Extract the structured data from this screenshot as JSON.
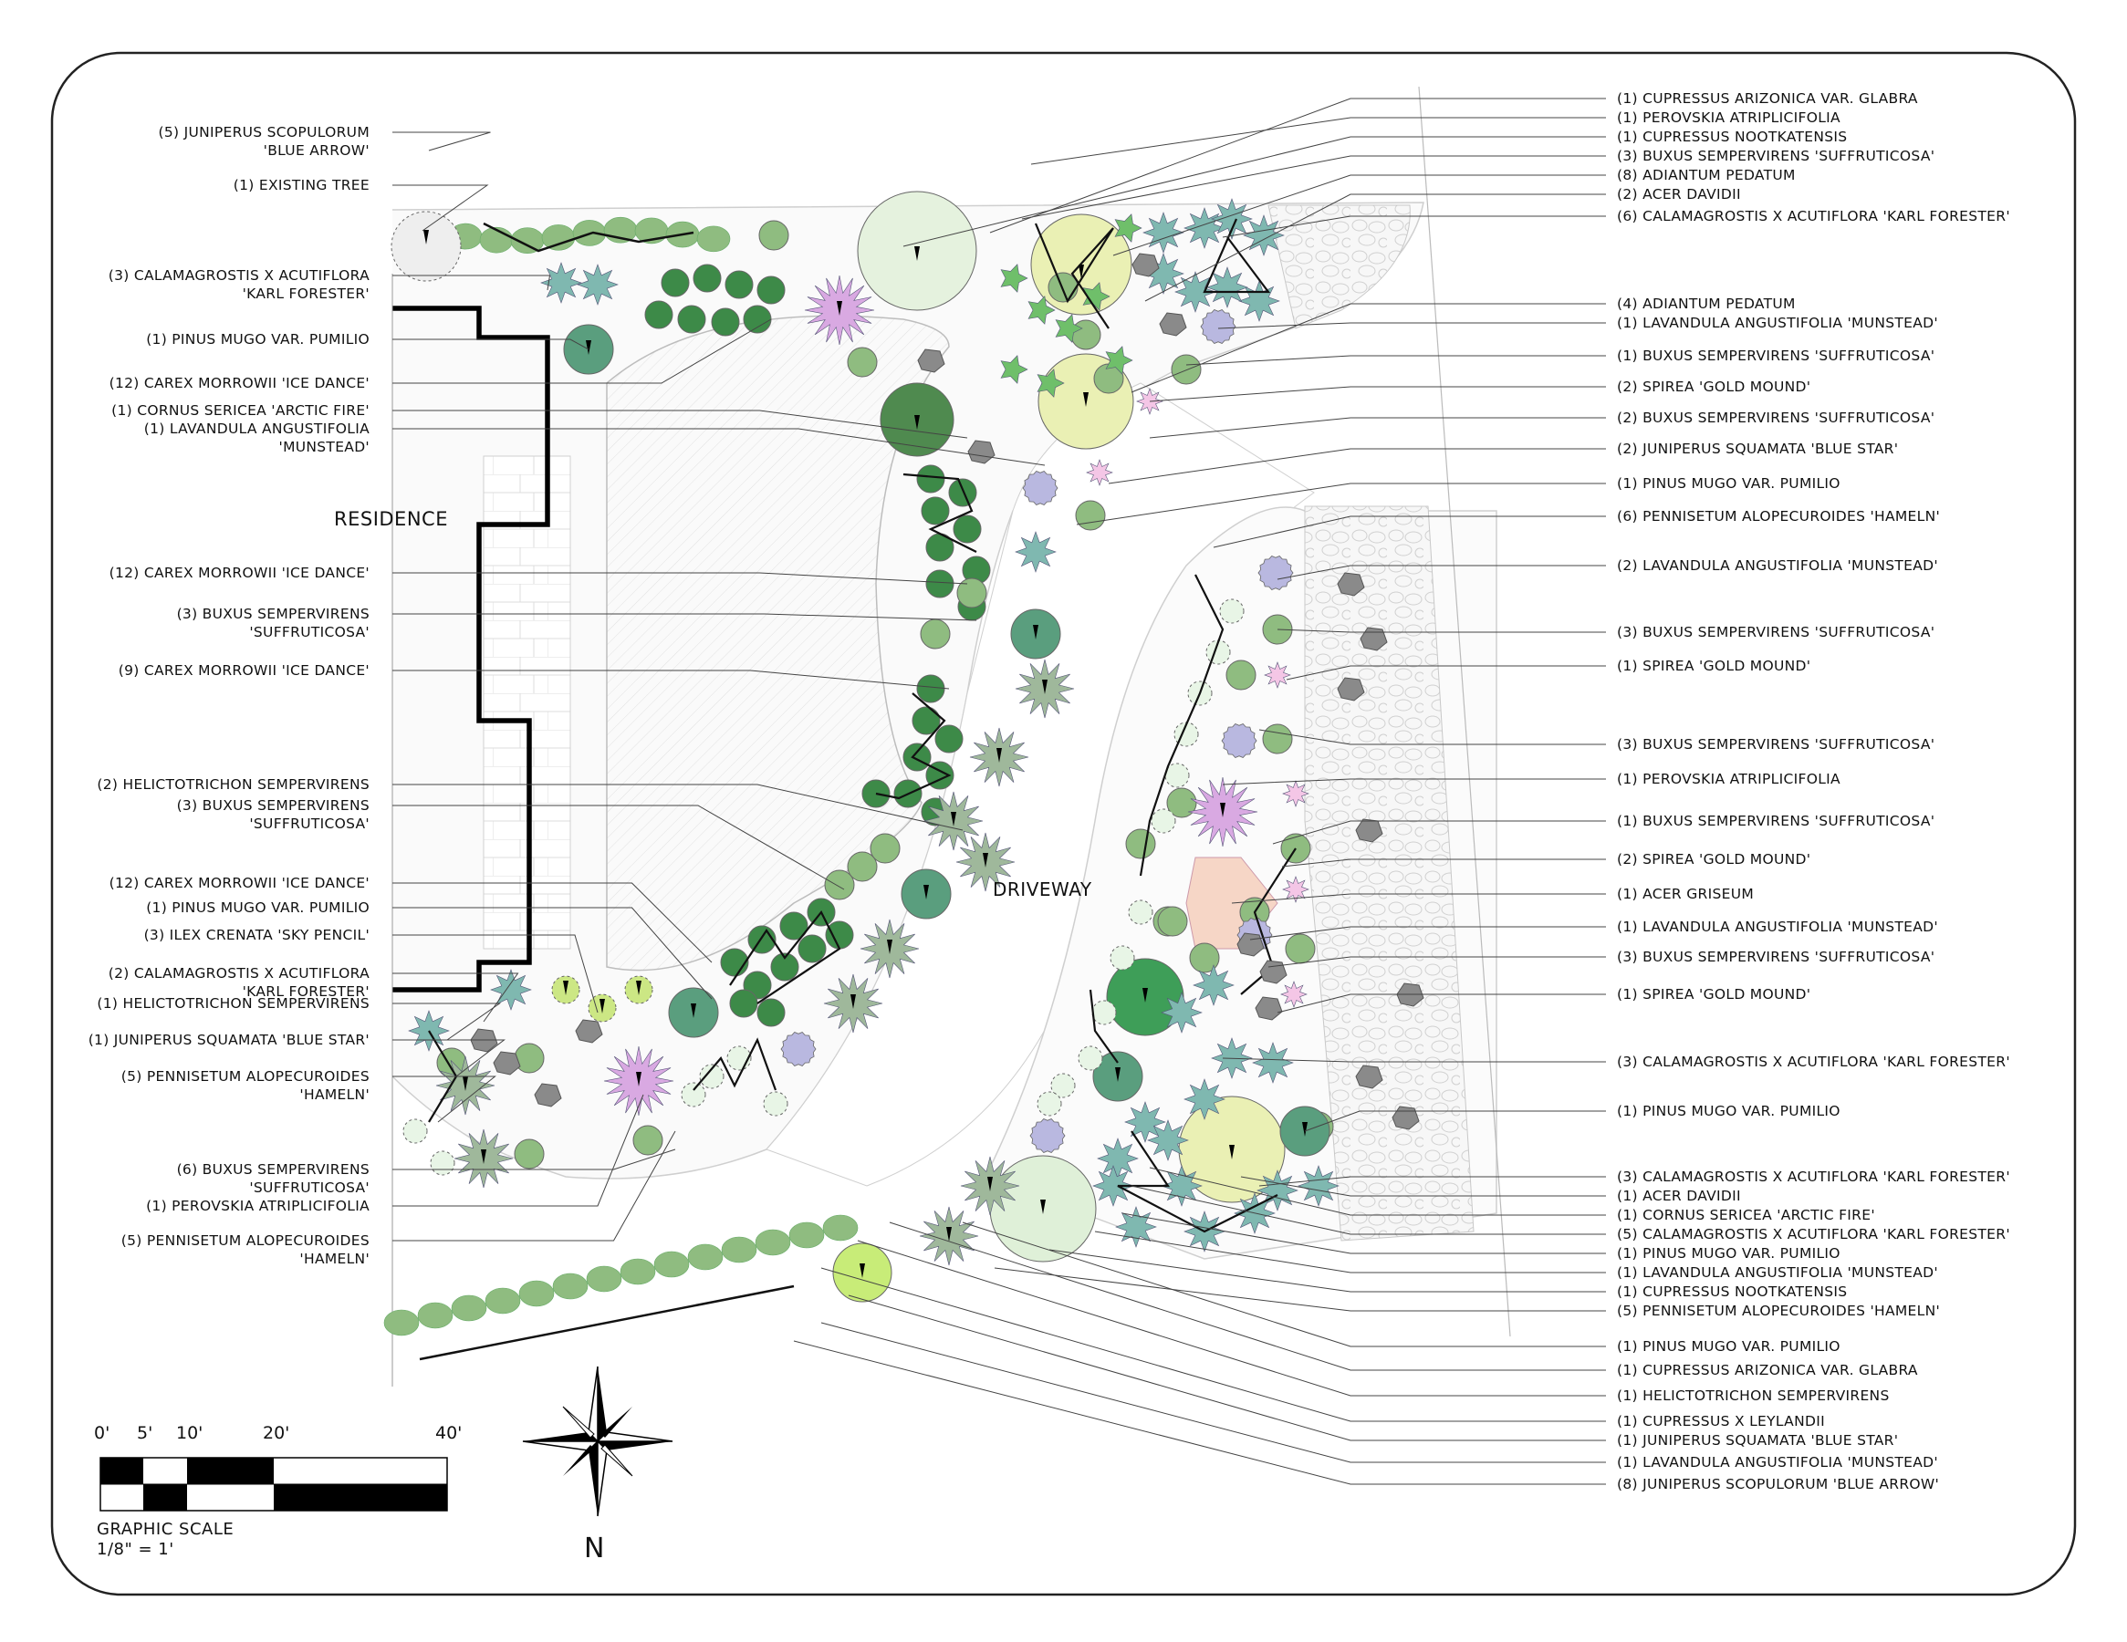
{
  "labels_left": [
    {
      "text": "(5) JUNIPERUS SCOPULORUM\n'BLUE ARROW'"
    },
    {
      "text": "(1) EXISTING TREE"
    },
    {
      "text": "(3) CALAMAGROSTIS X ACUTIFLORA\n'KARL FORESTER'"
    },
    {
      "text": "(1) PINUS MUGO VAR. PUMILIO"
    },
    {
      "text": "(12) CAREX MORROWII 'ICE DANCE'"
    },
    {
      "text": "(1) CORNUS SERICEA 'ARCTIC FIRE'"
    },
    {
      "text": "(1) LAVANDULA ANGUSTIFOLIA\n'MUNSTEAD'"
    },
    {
      "text": "(12) CAREX MORROWII 'ICE DANCE'"
    },
    {
      "text": "(3) BUXUS SEMPERVIRENS\n'SUFFRUTICOSA'"
    },
    {
      "text": "(9) CAREX MORROWII 'ICE DANCE'"
    },
    {
      "text": "(2) HELICTOTRICHON SEMPERVIRENS"
    },
    {
      "text": "(3) BUXUS SEMPERVIRENS\n'SUFFRUTICOSA'"
    },
    {
      "text": "(12) CAREX MORROWII 'ICE DANCE'"
    },
    {
      "text": "(1) PINUS MUGO VAR. PUMILIO"
    },
    {
      "text": "(3) ILEX CRENATA 'SKY PENCIL'"
    },
    {
      "text": "(2) CALAMAGROSTIS X ACUTIFLORA\n'KARL FORESTER'"
    },
    {
      "text": "(1) HELICTOTRICHON SEMPERVIRENS"
    },
    {
      "text": "(1) JUNIPERUS SQUAMATA 'BLUE STAR'"
    },
    {
      "text": "(5) PENNISETUM ALOPECUROIDES\n'HAMELN'"
    },
    {
      "text": "(6) BUXUS SEMPERVIRENS\n'SUFFRUTICOSA'"
    },
    {
      "text": "(1) PEROVSKIA ATRIPLICIFOLIA"
    },
    {
      "text": "(5) PENNISETUM ALOPECUROIDES\n'HAMELN'"
    }
  ],
  "labels_right": [
    {
      "text": "(1) CUPRESSUS ARIZONICA VAR. GLABRA"
    },
    {
      "text": "(1) PEROVSKIA ATRIPLICIFOLIA"
    },
    {
      "text": "(1) CUPRESSUS NOOTKATENSIS"
    },
    {
      "text": "(3) BUXUS SEMPERVIRENS 'SUFFRUTICOSA'"
    },
    {
      "text": "(8) ADIANTUM PEDATUM"
    },
    {
      "text": "(2) ACER DAVIDII"
    },
    {
      "text": "(6) CALAMAGROSTIS X ACUTIFLORA 'KARL FORESTER'"
    },
    {
      "text": "(4) ADIANTUM PEDATUM"
    },
    {
      "text": "(1) LAVANDULA ANGUSTIFOLIA 'MUNSTEAD'"
    },
    {
      "text": "(1) BUXUS SEMPERVIRENS 'SUFFRUTICOSA'"
    },
    {
      "text": "(2) SPIREA 'GOLD MOUND'"
    },
    {
      "text": "(2) BUXUS SEMPERVIRENS 'SUFFRUTICOSA'"
    },
    {
      "text": "(2) JUNIPERUS SQUAMATA 'BLUE STAR'"
    },
    {
      "text": "(1) PINUS MUGO VAR. PUMILIO"
    },
    {
      "text": "(6) PENNISETUM ALOPECUROIDES 'HAMELN'"
    },
    {
      "text": "(2) LAVANDULA ANGUSTIFOLIA 'MUNSTEAD'"
    },
    {
      "text": "(3) BUXUS SEMPERVIRENS 'SUFFRUTICOSA'"
    },
    {
      "text": "(1) SPIREA 'GOLD MOUND'"
    },
    {
      "text": "(3) BUXUS SEMPERVIRENS 'SUFFRUTICOSA'"
    },
    {
      "text": "(1) PEROVSKIA ATRIPLICIFOLIA"
    },
    {
      "text": "(1) BUXUS SEMPERVIRENS 'SUFFRUTICOSA'"
    },
    {
      "text": "(2) SPIREA 'GOLD MOUND'"
    },
    {
      "text": "(1) ACER GRISEUM"
    },
    {
      "text": "(1) LAVANDULA ANGUSTIFOLIA 'MUNSTEAD'"
    },
    {
      "text": "(3) BUXUS SEMPERVIRENS 'SUFFRUTICOSA'"
    },
    {
      "text": "(1) SPIREA 'GOLD MOUND'"
    },
    {
      "text": "(3) CALAMAGROSTIS X ACUTIFLORA 'KARL FORESTER'"
    },
    {
      "text": "(1) PINUS MUGO VAR. PUMILIO"
    },
    {
      "text": "(3) CALAMAGROSTIS X ACUTIFLORA 'KARL FORESTER'"
    },
    {
      "text": "(1) ACER DAVIDII"
    },
    {
      "text": "(1) CORNUS SERICEA 'ARCTIC FIRE'"
    },
    {
      "text": "(5) CALAMAGROSTIS X ACUTIFLORA 'KARL FORESTER'"
    },
    {
      "text": "(1) PINUS MUGO VAR. PUMILIO"
    },
    {
      "text": "(1) LAVANDULA ANGUSTIFOLIA 'MUNSTEAD'"
    },
    {
      "text": "(1) CUPRESSUS NOOTKATENSIS"
    },
    {
      "text": "(5) PENNISETUM ALOPECUROIDES 'HAMELN'"
    },
    {
      "text": "(1) PINUS MUGO VAR. PUMILIO"
    },
    {
      "text": "(1) CUPRESSUS ARIZONICA VAR. GLABRA"
    },
    {
      "text": "(1) HELICTOTRICHON SEMPERVIRENS"
    },
    {
      "text": "(1) CUPRESSUS X LEYLANDII"
    },
    {
      "text": "(1) JUNIPERUS SQUAMATA 'BLUE STAR'"
    },
    {
      "text": "(1) LAVANDULA ANGUSTIFOLIA 'MUNSTEAD'"
    },
    {
      "text": "(8) JUNIPERUS SCOPULORUM 'BLUE ARROW'"
    }
  ],
  "areas": {
    "residence": "RESIDENCE",
    "driveway": "DRIVEWAY"
  },
  "scale": {
    "ticks": [
      "0'",
      "5'",
      "10'",
      "20'",
      "40'"
    ],
    "title": "GRAPHIC SCALE",
    "ratio": "1/8\" = 1'"
  },
  "north": "N",
  "colors": {
    "dark_green": "#4f8a4f",
    "mid_green": "#8fbc80",
    "sage": "#9fb89b",
    "blue_green": "#7fb8b0",
    "lavender": "#b9b8e0",
    "pink": "#f4c6e6",
    "pale_yellow": "#eaf0b4",
    "lime": "#c8ec78",
    "peach": "#f6d6c6",
    "rock": "#8a8a8a"
  }
}
